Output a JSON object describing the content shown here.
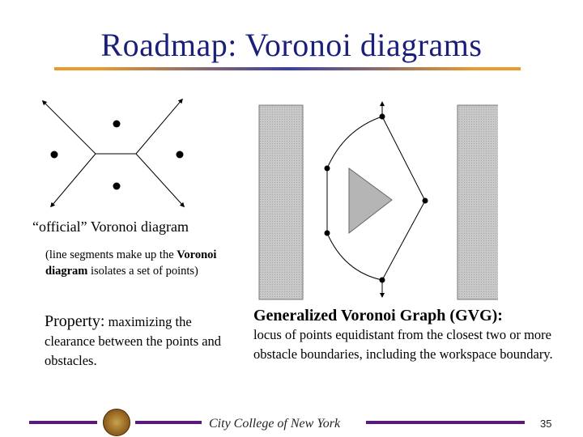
{
  "slide": {
    "title": "Roadmap: Voronoi diagrams",
    "page_number": "35",
    "footer": "City College of New York"
  },
  "left": {
    "caption": "“official” Voronoi diagram",
    "desc_pre": "(line segments make up the ",
    "desc_bold": "Voronoi diagram",
    "desc_post": " isolates a set of points)",
    "property_head": "Property:",
    "property_text": " maximizing the clearance between the points and obstacles."
  },
  "right": {
    "gvg_head": "Generalized Voronoi Graph (GVG):",
    "gvg_text": "locus of points equidistant from the closest two or more obstacle boundaries, including the workspace boundary."
  }
}
